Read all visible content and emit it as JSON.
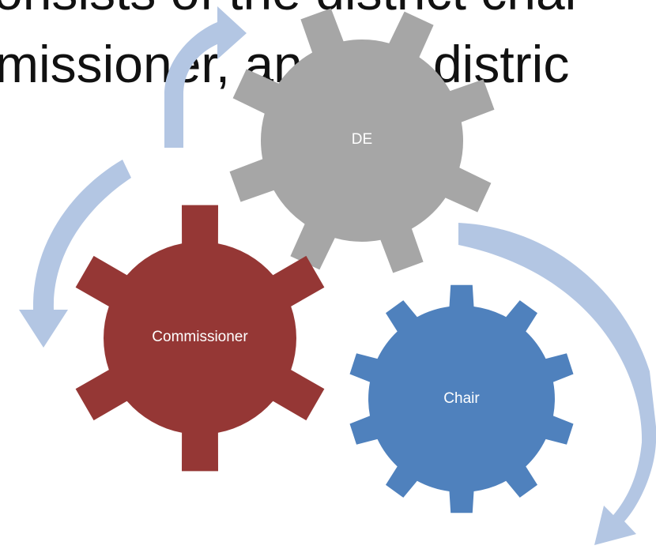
{
  "slide": {
    "title_line_top": "onsists of the district chai",
    "title_line": "missioner, and the distric"
  },
  "gears": {
    "de": {
      "label": "DE",
      "color": "#a6a6a6"
    },
    "commissioner": {
      "label": "Commissioner",
      "color": "#953735"
    },
    "chair": {
      "label": "Chair",
      "color": "#4f81bd"
    }
  },
  "arrow_color": "#b3c6e3"
}
